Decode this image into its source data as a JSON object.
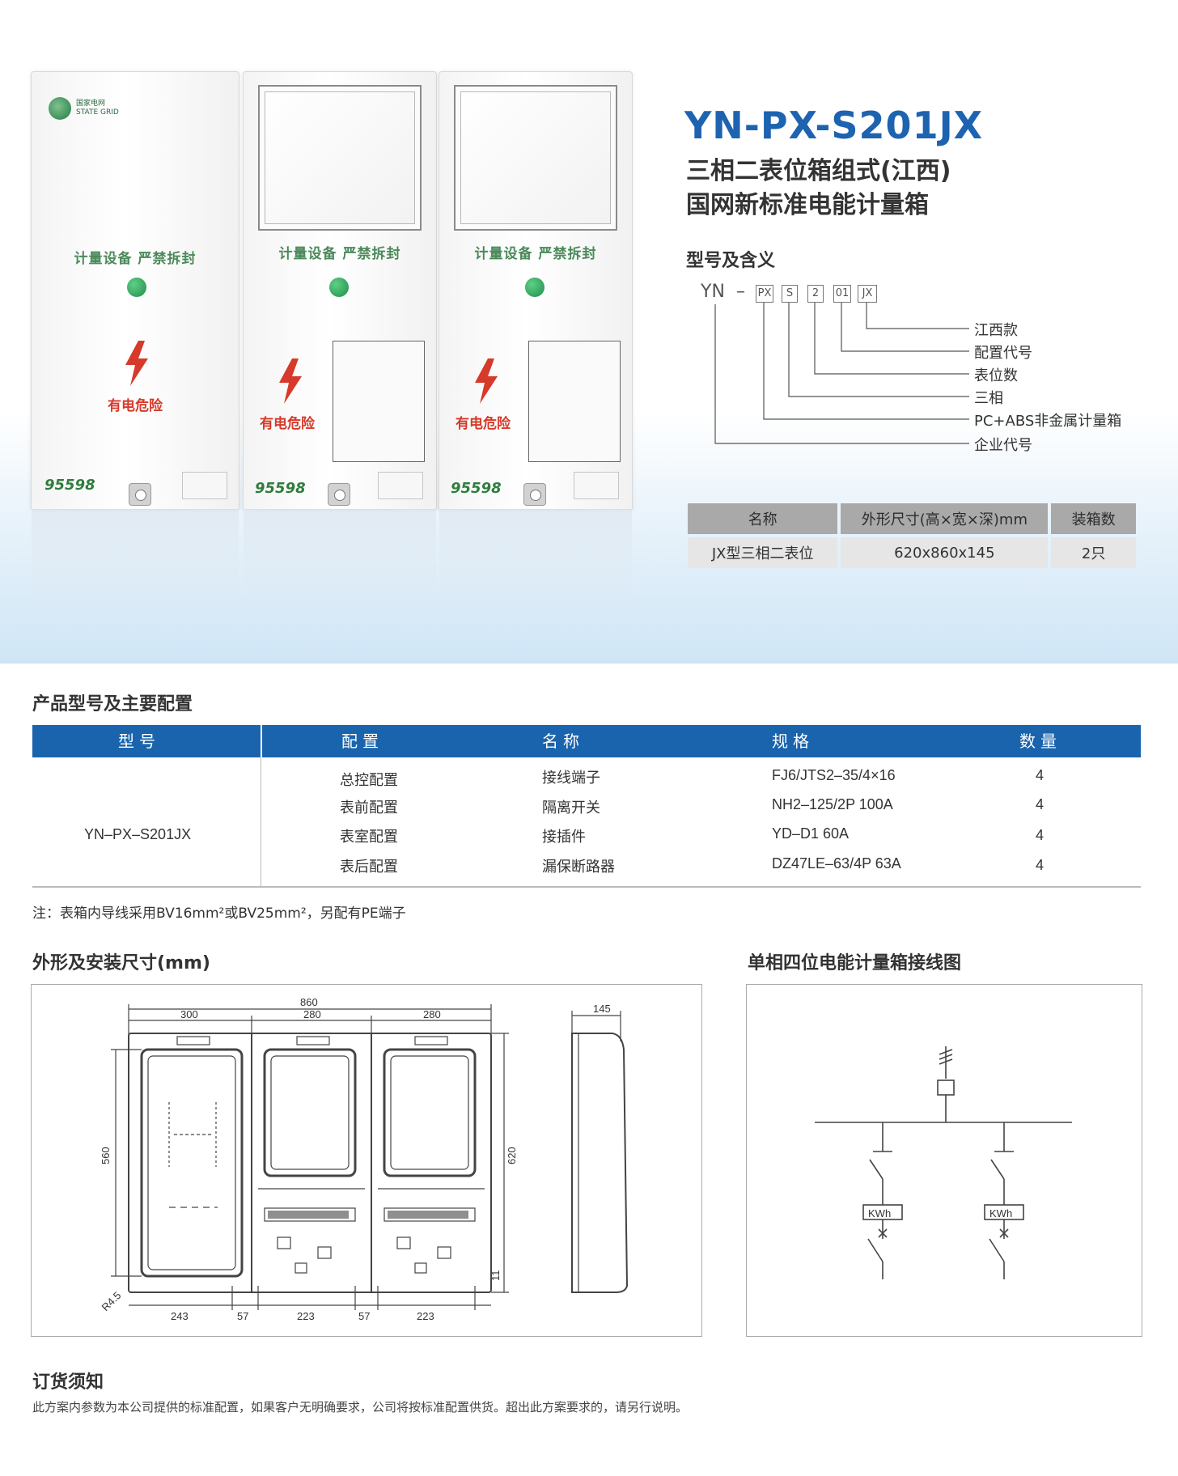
{
  "brand": {
    "name_cn": "国家电网",
    "name_en": "STATE GRID"
  },
  "boxes": {
    "seal_text": "计量设备 严禁拆封",
    "danger_text": "有电危险",
    "hotline": "95598"
  },
  "header": {
    "model": "YN-PX-S201JX",
    "subtitle1": "三相二表位箱组式(江西)",
    "subtitle2": "国网新标准电能计量箱"
  },
  "model_code": {
    "heading": "型号及含义",
    "prefix": "YN",
    "dash": "–",
    "codes": [
      "PX",
      "S",
      "2",
      "01",
      "JX"
    ],
    "labels": [
      "江西款",
      "配置代号",
      "表位数",
      "三相",
      "PC+ABS非金属计量箱",
      "企业代号"
    ]
  },
  "spec_table": {
    "headers": [
      "名称",
      "外形尺寸(高×宽×深)mm",
      "装箱数"
    ],
    "row": [
      "JX型三相二表位",
      "620x860x145",
      "2只"
    ]
  },
  "config": {
    "heading": "产品型号及主要配置",
    "headers": [
      "型号",
      "配置",
      "名称",
      "规格",
      "数量"
    ],
    "model": "YN–PX–S201JX",
    "rows": [
      {
        "config": "总控配置",
        "name": "接线端子",
        "spec": "FJ6/JTS2–35/4×16",
        "qty": "4"
      },
      {
        "config": "表前配置",
        "name": "隔离开关",
        "spec": "NH2–125/2P 100A",
        "qty": "4"
      },
      {
        "config": "表室配置",
        "name": "接插件",
        "spec": "YD–D1 60A",
        "qty": "4"
      },
      {
        "config": "表后配置",
        "name": "漏保断路器",
        "spec": "DZ47LE–63/4P 63A",
        "qty": "4"
      }
    ],
    "note": "注：表箱内导线采用BV16mm²或BV25mm²，另配有PE端子"
  },
  "dimensions": {
    "heading": "外形及安装尺寸(mm)",
    "overall_width": "860",
    "widths": [
      "300",
      "280",
      "280"
    ],
    "depth": "145",
    "height_inner": "560",
    "height_total": "620",
    "bottom": [
      "243",
      "57",
      "223",
      "57",
      "223"
    ],
    "radius": "R4.5",
    "small": "11"
  },
  "wiring": {
    "heading": "单相四位电能计量箱接线图",
    "meter_label": "KWh"
  },
  "order": {
    "heading": "订货须知",
    "text": "此方案内参数为本公司提供的标准配置，如果客户无明确要求，公司将按标准配置供货。超出此方案要求的，请另行说明。"
  }
}
